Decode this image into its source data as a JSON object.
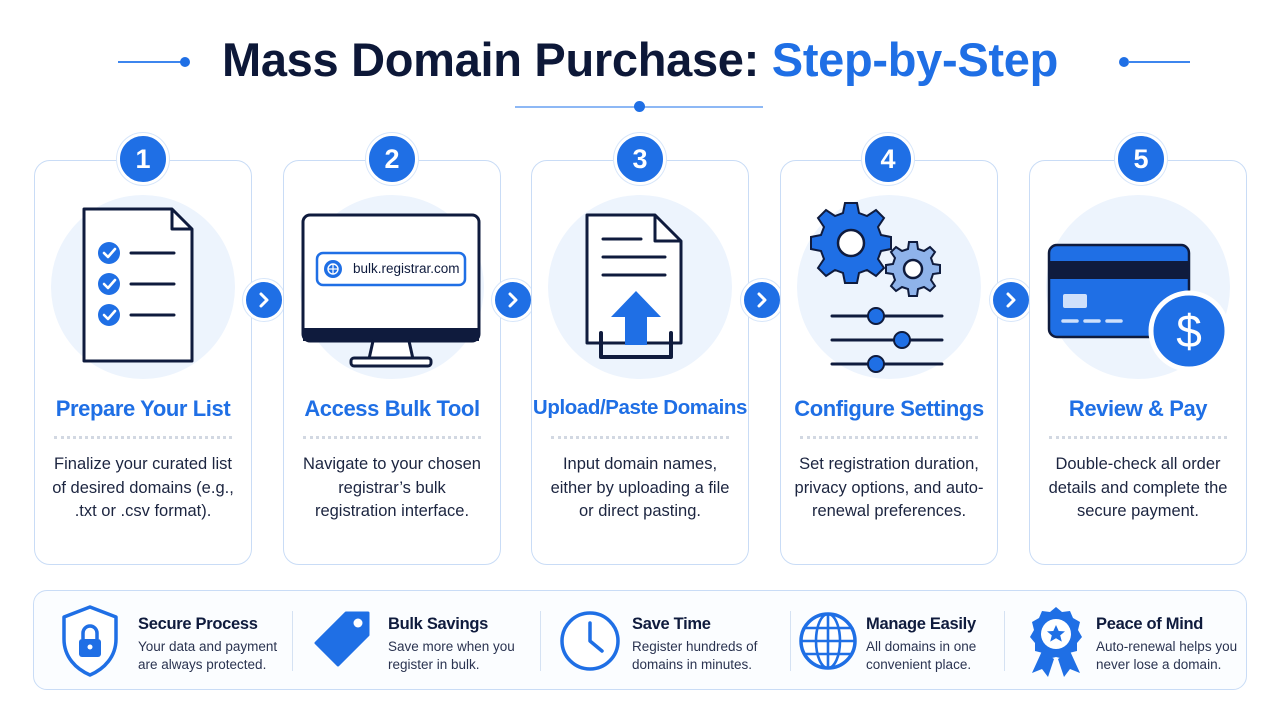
{
  "header": {
    "title_main": "Mass Domain Purchase:",
    "title_accent": "Step-by-Step"
  },
  "colors": {
    "accent": "#1f6fe5",
    "dark": "#0d1838",
    "light_bg": "#edf4fd",
    "border": "#c9dcf6"
  },
  "steps": [
    {
      "number": "1",
      "title": "Prepare Your List",
      "description": "Finalize your curated list of desired domains (e.g., .txt or .csv format).",
      "icon": "checklist-document-icon"
    },
    {
      "number": "2",
      "title": "Access Bulk Tool",
      "description": "Navigate to your chosen registrar’s bulk registration interface.",
      "icon": "monitor-icon",
      "url_text": "bulk.registrar.com"
    },
    {
      "number": "3",
      "title": "Upload/Paste Domains",
      "description": "Input domain names, either by uploading a file or direct pasting.",
      "icon": "upload-file-icon"
    },
    {
      "number": "4",
      "title": "Configure Settings",
      "description": "Set registration duration, privacy options, and auto-renewal preferences.",
      "icon": "gears-sliders-icon"
    },
    {
      "number": "5",
      "title": "Review & Pay",
      "description": "Double-check all order details and complete the secure payment.",
      "icon": "credit-card-dollar-icon"
    }
  ],
  "benefits": [
    {
      "title": "Secure Process",
      "description": "Your data and payment are always protected.",
      "icon": "shield-lock-icon"
    },
    {
      "title": "Bulk Savings",
      "description": "Save more when you register in bulk.",
      "icon": "price-tag-icon"
    },
    {
      "title": "Save Time",
      "description": "Register hundreds of domains in minutes.",
      "icon": "clock-icon"
    },
    {
      "title": "Manage Easily",
      "description": "All domains in one convenient place.",
      "icon": "globe-icon"
    },
    {
      "title": "Peace of Mind",
      "description": "Auto-renewal helps you never lose a domain.",
      "icon": "award-badge-icon"
    }
  ]
}
